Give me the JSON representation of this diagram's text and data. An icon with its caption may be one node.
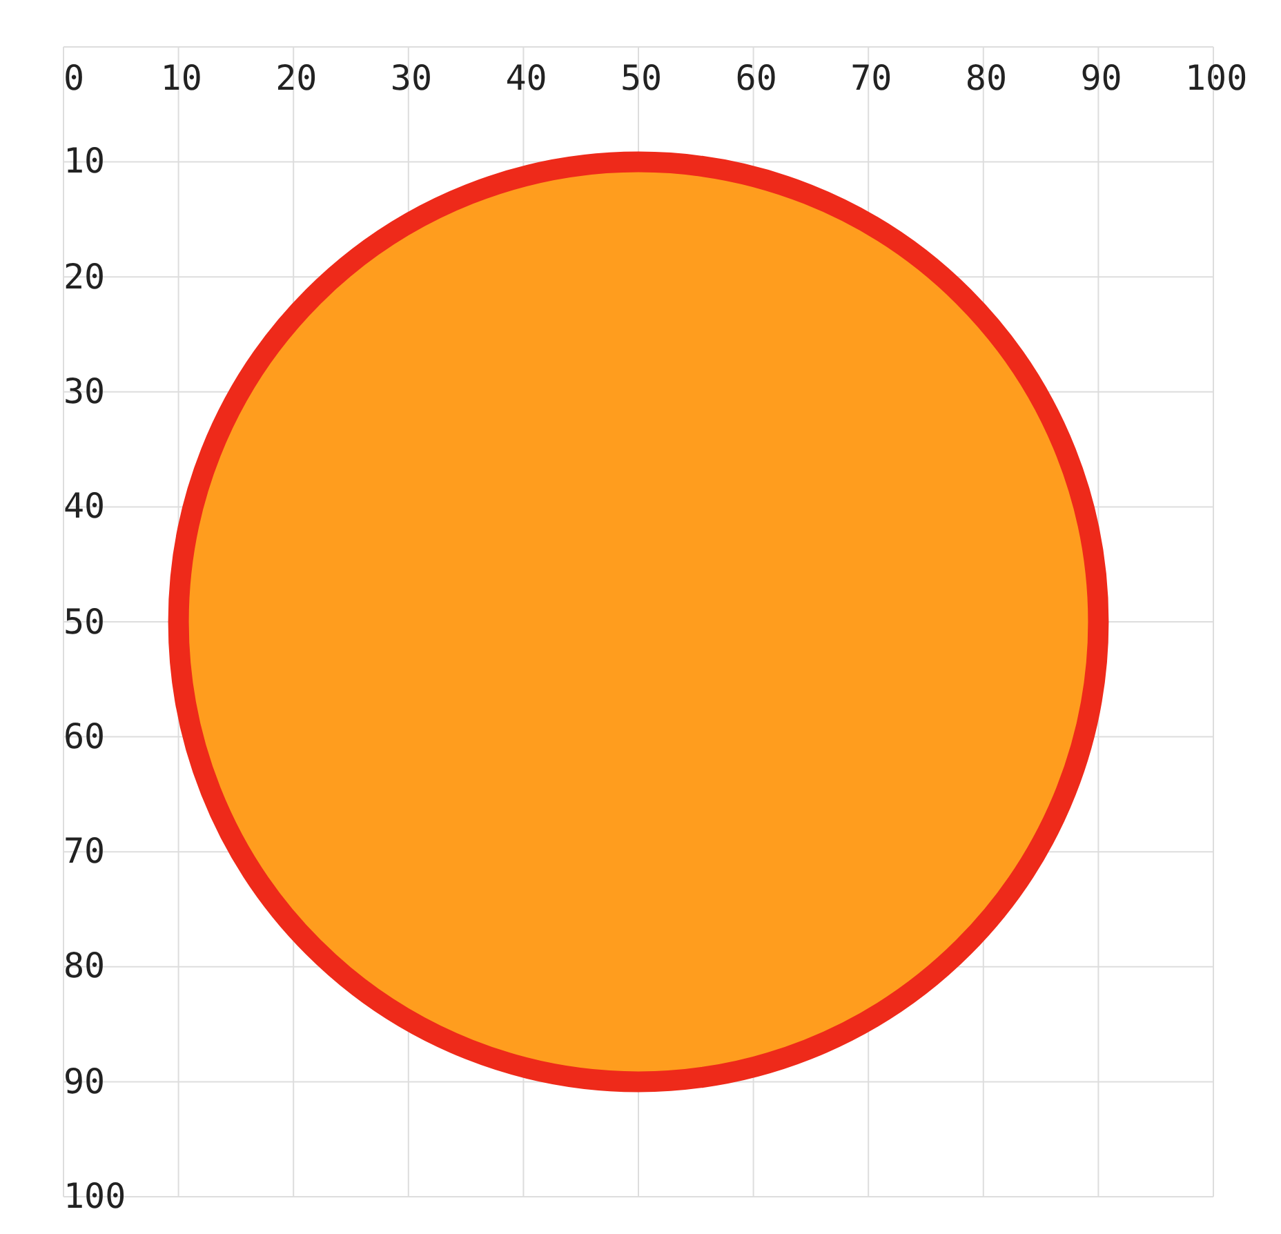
{
  "diagram": {
    "nodes": [
      {
        "text": [],
        "shape": "circle"
      }
    ],
    "labels": [
      "0",
      "10",
      "20",
      "30",
      "40",
      "50",
      "60",
      "70",
      "80",
      "90",
      "100",
      "10",
      "20",
      "30",
      "40",
      "50",
      "60",
      "70",
      "80",
      "90",
      "100"
    ]
  }
}
